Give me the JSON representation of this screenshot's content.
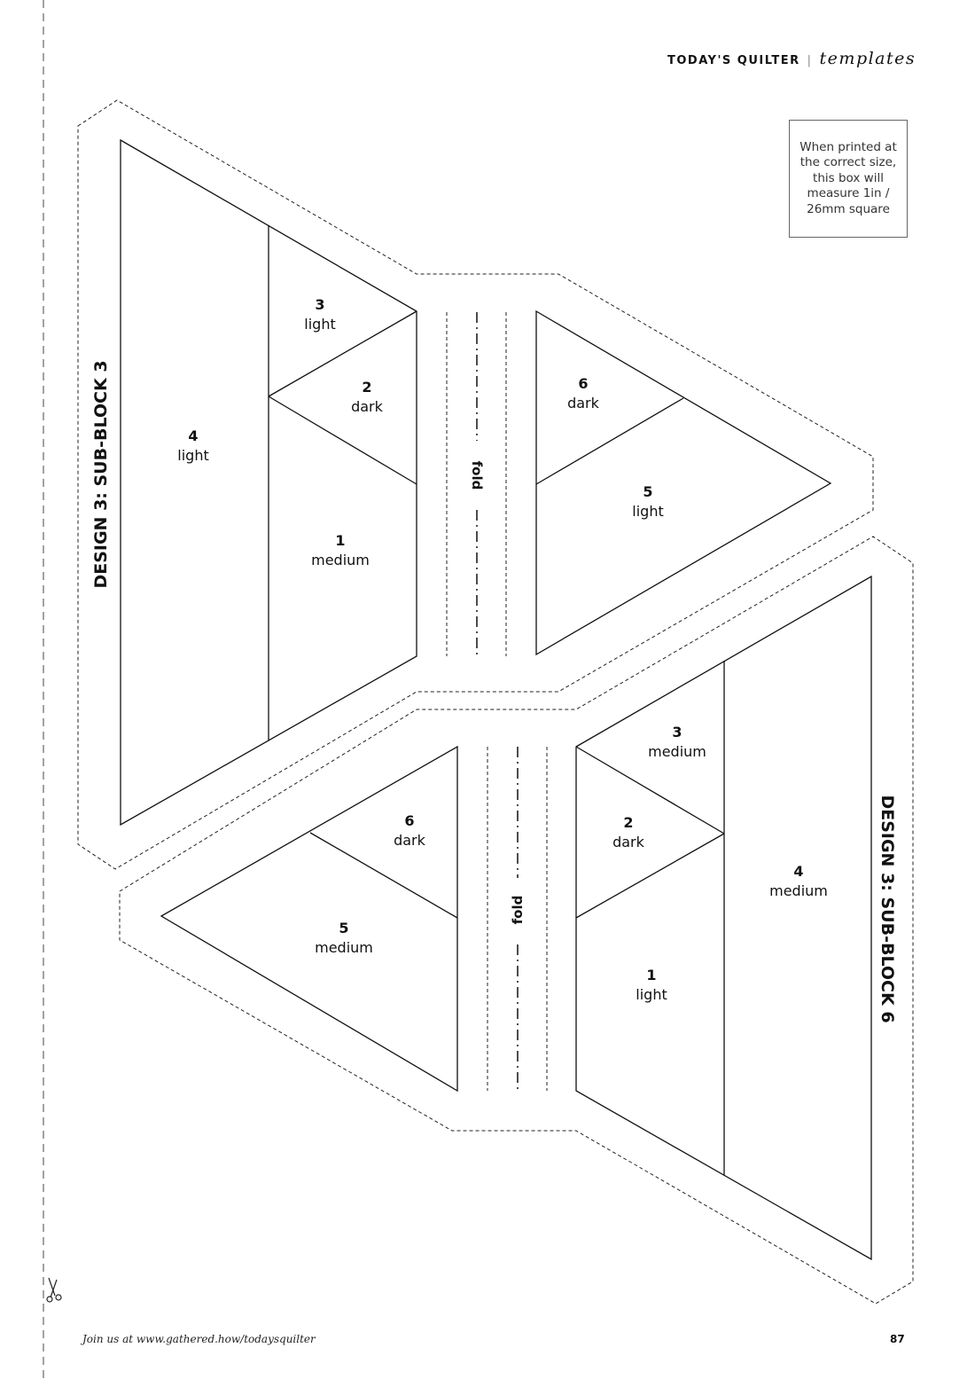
{
  "header": {
    "brand": "TODAY'S QUILTER",
    "section": "templates"
  },
  "scale_box": {
    "text": "When printed at the correct size, this box will measure 1in / 26mm square"
  },
  "block_a": {
    "title": "DESIGN 3: SUB-BLOCK 3",
    "fold_label": "fold",
    "pieces": [
      {
        "num": "1",
        "shade": "medium"
      },
      {
        "num": "2",
        "shade": "dark"
      },
      {
        "num": "3",
        "shade": "light"
      },
      {
        "num": "4",
        "shade": "light"
      },
      {
        "num": "5",
        "shade": "light"
      },
      {
        "num": "6",
        "shade": "dark"
      }
    ]
  },
  "block_b": {
    "title": "DESIGN 3: SUB-BLOCK 6",
    "fold_label": "fold",
    "pieces": [
      {
        "num": "1",
        "shade": "light"
      },
      {
        "num": "2",
        "shade": "dark"
      },
      {
        "num": "3",
        "shade": "medium"
      },
      {
        "num": "4",
        "shade": "medium"
      },
      {
        "num": "5",
        "shade": "medium"
      },
      {
        "num": "6",
        "shade": "dark"
      }
    ]
  },
  "footer": {
    "link": "Join us at www.gathered.how/todaysquilter",
    "page_number": "87"
  }
}
